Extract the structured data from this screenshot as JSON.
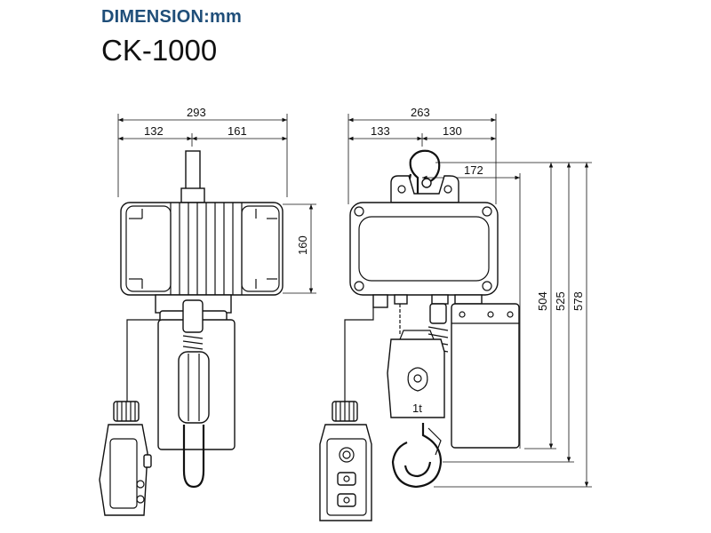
{
  "header": {
    "dimension_label": "DIMENSION:mm",
    "model": "CK-1000"
  },
  "front_view": {
    "overall_width": "293",
    "left_width": "132",
    "right_width": "161",
    "body_height": "160"
  },
  "side_view": {
    "overall_width": "263",
    "left_width": "133",
    "right_width": "130",
    "hook_offset": "172",
    "height_1": "504",
    "height_2": "525",
    "height_3": "578",
    "capacity_mark": "1t"
  },
  "colors": {
    "header_dimension": "#1f4e79",
    "line": "#111111"
  }
}
